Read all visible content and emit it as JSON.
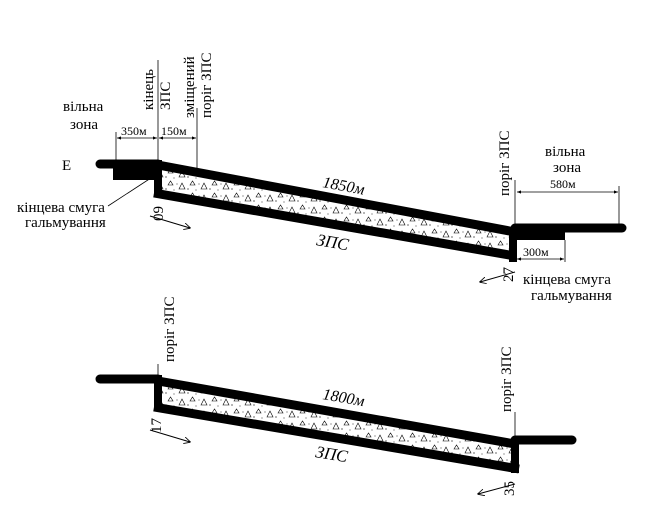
{
  "top_runway": {
    "label_E": "E",
    "free_zone_left": [
      "вільна",
      "зона"
    ],
    "stopway_end": [
      "кінець",
      "ЗПС"
    ],
    "displaced_threshold": [
      "зміщений",
      "поріг ЗПС"
    ],
    "dim_350": "350м",
    "dim_150": "150м",
    "length": "1850м",
    "runway_label": "ЗПС",
    "threshold_right": "поріг ЗПС",
    "free_zone_right": [
      "вільна",
      "зона"
    ],
    "dim_580": "580м",
    "dim_300": "300м",
    "end_strip_left": [
      "кінцева смуга",
      "гальмування"
    ],
    "end_strip_right": [
      "кінцева смуга",
      "гальмування"
    ],
    "heading_left": "09",
    "heading_right": "27"
  },
  "bottom_runway": {
    "threshold_left": "поріг ЗПС",
    "threshold_right": "поріг ЗПС",
    "length": "1800м",
    "runway_label": "ЗПС",
    "heading_left": "17",
    "heading_right": "35"
  }
}
